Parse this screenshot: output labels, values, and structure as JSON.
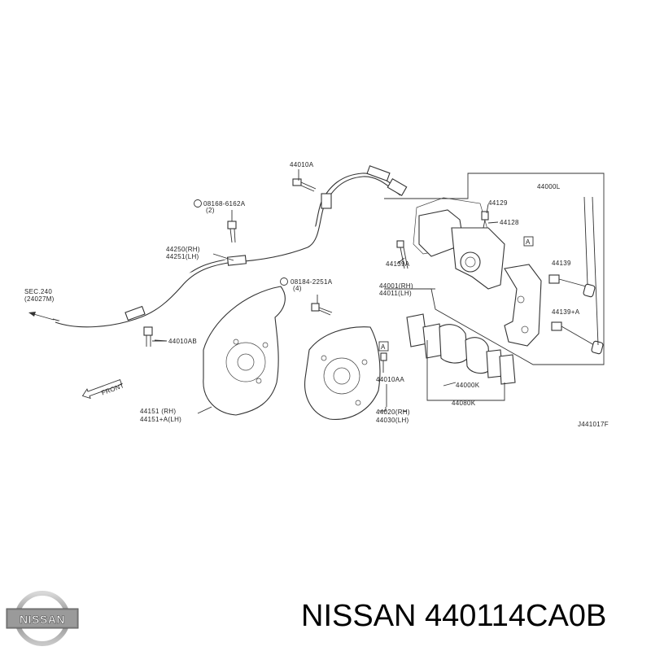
{
  "diagram": {
    "labels": {
      "p44010A": "44010A",
      "p08168": "08168-6162A",
      "p08168_qty": "(2)",
      "p44250": "44250(RH)",
      "p44251": "44251(LH)",
      "sec240": "SEC.240",
      "sec240_ref": "(24027M)",
      "p08184": "08184-2251A",
      "p08184_qty": "(4)",
      "p44010AB": "44010AB",
      "front": "FRONT",
      "p44151": "44151 (RH)",
      "p44151A": "44151+A(LH)",
      "p44000L": "44000L",
      "p44129": "44129",
      "p44128": "44128",
      "p44139A": "44139A",
      "markA1": "A",
      "p44139": "44139",
      "p44001": "44001(RH)",
      "p44011": "44011(LH)",
      "p44139plusA": "44139+A",
      "markA2": "A",
      "p44010AA": "44010AA",
      "p44000K": "44000K",
      "p44080K": "44080K",
      "p44020": "44020(RH)",
      "p44030": "44030(LH)",
      "code": "J441017F"
    },
    "logo_text": "NISSAN"
  },
  "caption": "NISSAN 440114CA0B"
}
